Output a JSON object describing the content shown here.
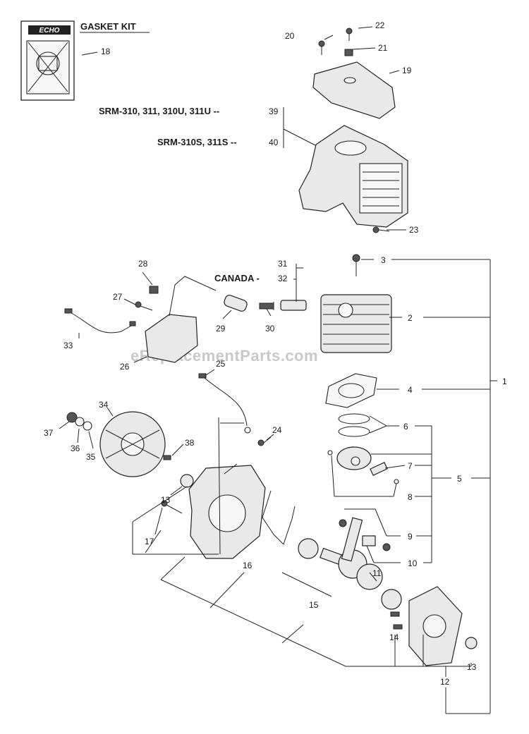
{
  "brand": "ECHO",
  "watermark": "eReplacementParts.com",
  "kit_title": "GASKET KIT",
  "model_labels": [
    {
      "text": "SRM-310, 311, 310U, 311U --",
      "ref": "39"
    },
    {
      "text": "SRM-310S, 311S --",
      "ref": "40"
    }
  ],
  "canada_label": "CANADA -",
  "callouts": [
    "1",
    "2",
    "3",
    "4",
    "5",
    "6",
    "7",
    "8",
    "9",
    "10",
    "11",
    "12",
    "13",
    "14",
    "15",
    "16",
    "17",
    "18",
    "19",
    "20",
    "21",
    "22",
    "23",
    "24",
    "25",
    "26",
    "27",
    "28",
    "29",
    "30",
    "31",
    "32",
    "33",
    "34",
    "35",
    "36",
    "37",
    "38",
    "13"
  ]
}
